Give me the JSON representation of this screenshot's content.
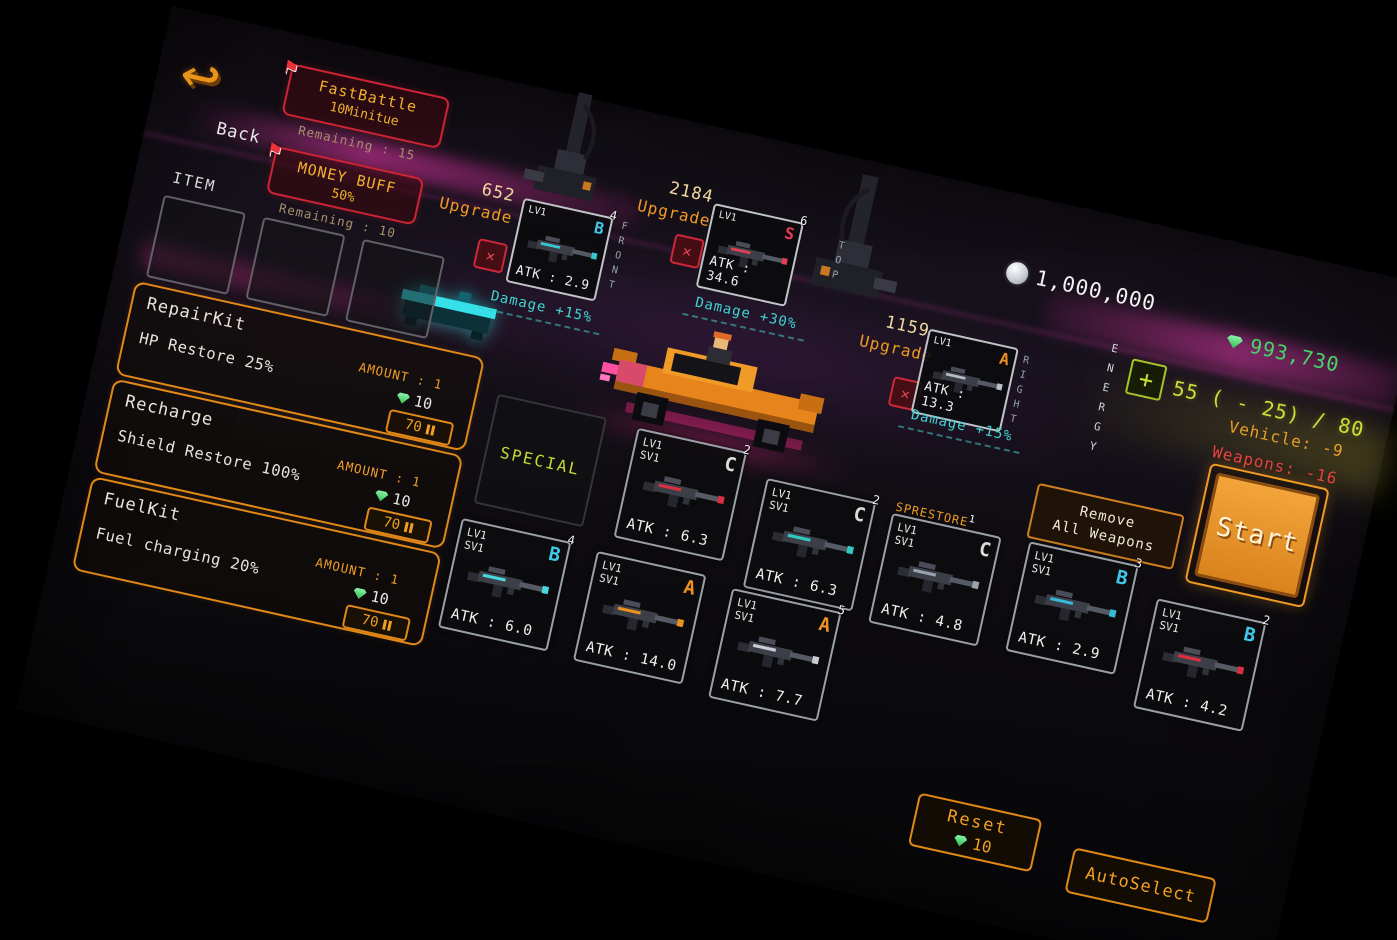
{
  "icons": {
    "back": "↩",
    "flag": "⚑",
    "close": "✕",
    "plus": "+"
  },
  "colors": {
    "accent_orange": "#f09020",
    "alert_red": "#e03040",
    "cyan": "#40d4d4",
    "lime": "#c8e030",
    "gem_green": "#3ad860",
    "grade_c": "#dcdcdc",
    "grade_b": "#40c8e8",
    "grade_a": "#f09020",
    "grade_s": "#f03858"
  },
  "header": {
    "back_label": "Back",
    "item_label": "ITEM",
    "buffs": [
      {
        "name": "FastBattle",
        "detail": "10Minitue",
        "remaining": "Remaining : 15"
      },
      {
        "name": "MONEY BUFF",
        "detail": "50%",
        "remaining": "Remaining : 10"
      }
    ]
  },
  "currency": {
    "money": "1,000,000",
    "gems": "993,730"
  },
  "energy": {
    "label": "ENERGY",
    "value": "55 ( - 25) / 80",
    "vehicle_cost": "Vehicle: -9",
    "weapons_cost": "Weapons: -16"
  },
  "consumables": [
    {
      "name": "RepairKit",
      "desc": "HP Restore 25%",
      "amount": "AMOUNT : 1",
      "gem_cost": "10",
      "buy": "70"
    },
    {
      "name": "Recharge",
      "desc": "Shield Restore 100%",
      "amount": "AMOUNT : 1",
      "gem_cost": "10",
      "buy": "70"
    },
    {
      "name": "FuelKit",
      "desc": "Fuel charging 20%",
      "amount": "AMOUNT : 1",
      "gem_cost": "10",
      "buy": "70"
    }
  ],
  "upgrades": [
    {
      "cost": "652",
      "action": "Upgrade",
      "lv": "LV1",
      "grade": "B",
      "count": "4",
      "atk": "ATK : 2.9",
      "bonus": "Damage +15%",
      "mount": "FRONT"
    },
    {
      "cost": "2184",
      "action": "Upgrade",
      "lv": "LV1",
      "grade": "S",
      "count": "6",
      "atk": "ATK : 34.6",
      "bonus": "Damage +30%",
      "mount": "TOP"
    },
    {
      "cost": "1159",
      "action": "Upgrade",
      "lv": "LV1",
      "grade": "A",
      "count": "",
      "atk": "ATK : 13.3",
      "bonus": "Damage +15%",
      "mount": "RIGHT"
    }
  ],
  "inventory": {
    "special_label": "SPECIAL",
    "weapons": [
      {
        "lv": "LV1",
        "sv": "SV1",
        "grade": "C",
        "count": "2",
        "atk": "ATK : 6.3",
        "tag": "",
        "tag_count": ""
      },
      {
        "lv": "LV1",
        "sv": "SV1",
        "grade": "C",
        "count": "2",
        "atk": "ATK : 6.3",
        "tag": "",
        "tag_count": ""
      },
      {
        "lv": "LV1",
        "sv": "SV1",
        "grade": "C",
        "count": "",
        "atk": "ATK : 4.8",
        "tag": "SPRESTORE",
        "tag_count": "1"
      },
      {
        "lv": "LV1",
        "sv": "SV1",
        "grade": "B",
        "count": "3",
        "atk": "ATK : 2.9",
        "tag": "",
        "tag_count": ""
      },
      {
        "lv": "LV1",
        "sv": "SV1",
        "grade": "B",
        "count": "2",
        "atk": "ATK : 4.2",
        "tag": "",
        "tag_count": ""
      },
      {
        "lv": "LV1",
        "sv": "SV1",
        "grade": "B",
        "count": "4",
        "atk": "ATK : 6.0",
        "tag": "",
        "tag_count": ""
      },
      {
        "lv": "LV1",
        "sv": "SV1",
        "grade": "A",
        "count": "",
        "atk": "ATK : 14.0",
        "tag": "",
        "tag_count": ""
      },
      {
        "lv": "LV1",
        "sv": "SV1",
        "grade": "A",
        "count": "5",
        "atk": "ATK : 7.7",
        "tag": "",
        "tag_count": ""
      }
    ]
  },
  "actions": {
    "remove_line1": "Remove",
    "remove_line2": "All Weapons",
    "start": "Start",
    "reset": "Reset",
    "reset_cost": "10",
    "autoselect": "AutoSelect"
  }
}
